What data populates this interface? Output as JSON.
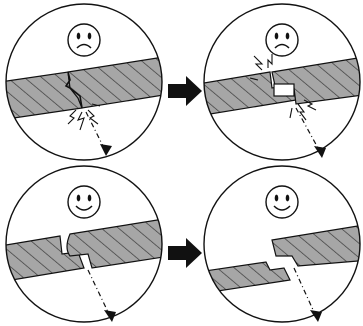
{
  "panels": [
    {
      "id": "top-left",
      "face": "sad",
      "state": "cracked-board",
      "force": "breaking"
    },
    {
      "id": "top-right",
      "face": "sad",
      "state": "stepped-cut-stressed",
      "force": "breaking"
    },
    {
      "id": "bottom-left",
      "face": "happy",
      "state": "notched-cut",
      "force": "rotating"
    },
    {
      "id": "bottom-right",
      "face": "happy",
      "state": "notched-cut-rotated",
      "force": "rotating"
    }
  ],
  "arrows": [
    {
      "from": "top-left",
      "to": "top-right"
    },
    {
      "from": "bottom-left",
      "to": "bottom-right"
    }
  ],
  "colors": {
    "outline": "#111111",
    "board_fill": "#a6a6a6",
    "hatch": "#3a3a3a",
    "arrow": "#111111",
    "background": "#ffffff"
  },
  "icons": {
    "sad_face": "sad-face-icon",
    "happy_face": "happy-face-icon",
    "right_arrow": "right-arrow-icon",
    "lightning": "lightning-icon"
  }
}
